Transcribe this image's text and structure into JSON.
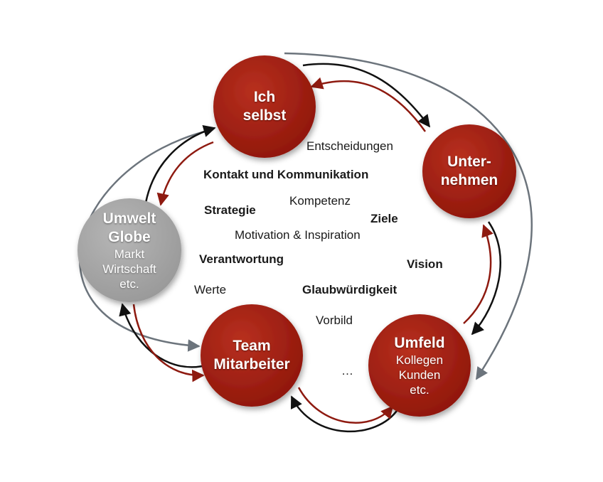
{
  "colors": {
    "node_red": "#9b1a0e",
    "node_red_light": "#b8301f",
    "node_gray": "#a9a9a9",
    "arrow_black": "#111111",
    "arrow_red": "#8e1a10",
    "arrow_slate": "#6c747c"
  },
  "nodes": {
    "ich": {
      "lines": [
        "Ich",
        "selbst"
      ]
    },
    "unternehmen": {
      "lines": [
        "Unter-",
        "nehmen"
      ]
    },
    "umfeld": {
      "title": "Umfeld",
      "sub": [
        "Kollegen",
        "Kunden",
        "etc."
      ]
    },
    "team": {
      "lines": [
        "Team",
        "Mitarbeiter"
      ]
    },
    "umwelt": {
      "title": [
        "Umwelt",
        "Globe"
      ],
      "sub": [
        "Markt",
        "Wirtschaft",
        "etc."
      ]
    }
  },
  "terms": {
    "entscheidungen": "Entscheidungen",
    "kontakt": "Kontakt und Kommunikation",
    "kompetenz": "Kompetenz",
    "strategie": "Strategie",
    "ziele": "Ziele",
    "motivation": "Motivation & Inspiration",
    "verantwortung": "Verantwortung",
    "vision": "Vision",
    "werte": "Werte",
    "glaubwuerdigkeit": "Glaubwürdigkeit",
    "vorbild": "Vorbild",
    "ellipsis": "…"
  }
}
